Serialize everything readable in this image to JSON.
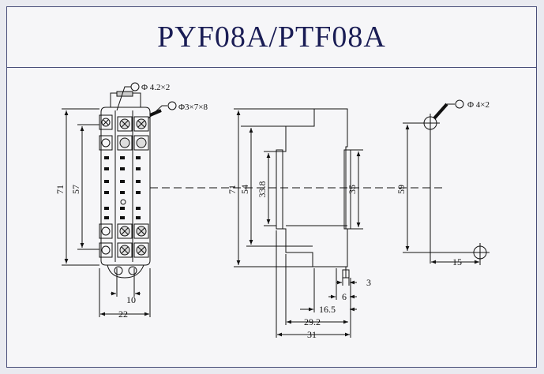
{
  "title": "PYF08A/PTF08A",
  "front_view": {
    "hole_label": "Φ 4.2×2",
    "screw_label": "Φ3×7×8",
    "dim_height_total": "71",
    "dim_height_inner": "57",
    "dim_pitch": "10",
    "dim_width": "22"
  },
  "side_view": {
    "dim_height_total": "71",
    "dim_height_mid": "54",
    "dim_height_inner": "33.8",
    "dim_rail": "35",
    "dim_3": "3",
    "dim_6": "6",
    "dim_16_5": "16.5",
    "dim_29_2": "29.2",
    "dim_31": "31"
  },
  "mounting_view": {
    "hole_label": "Φ 4×2",
    "dim_spacing": "59",
    "dim_offset": "15"
  }
}
